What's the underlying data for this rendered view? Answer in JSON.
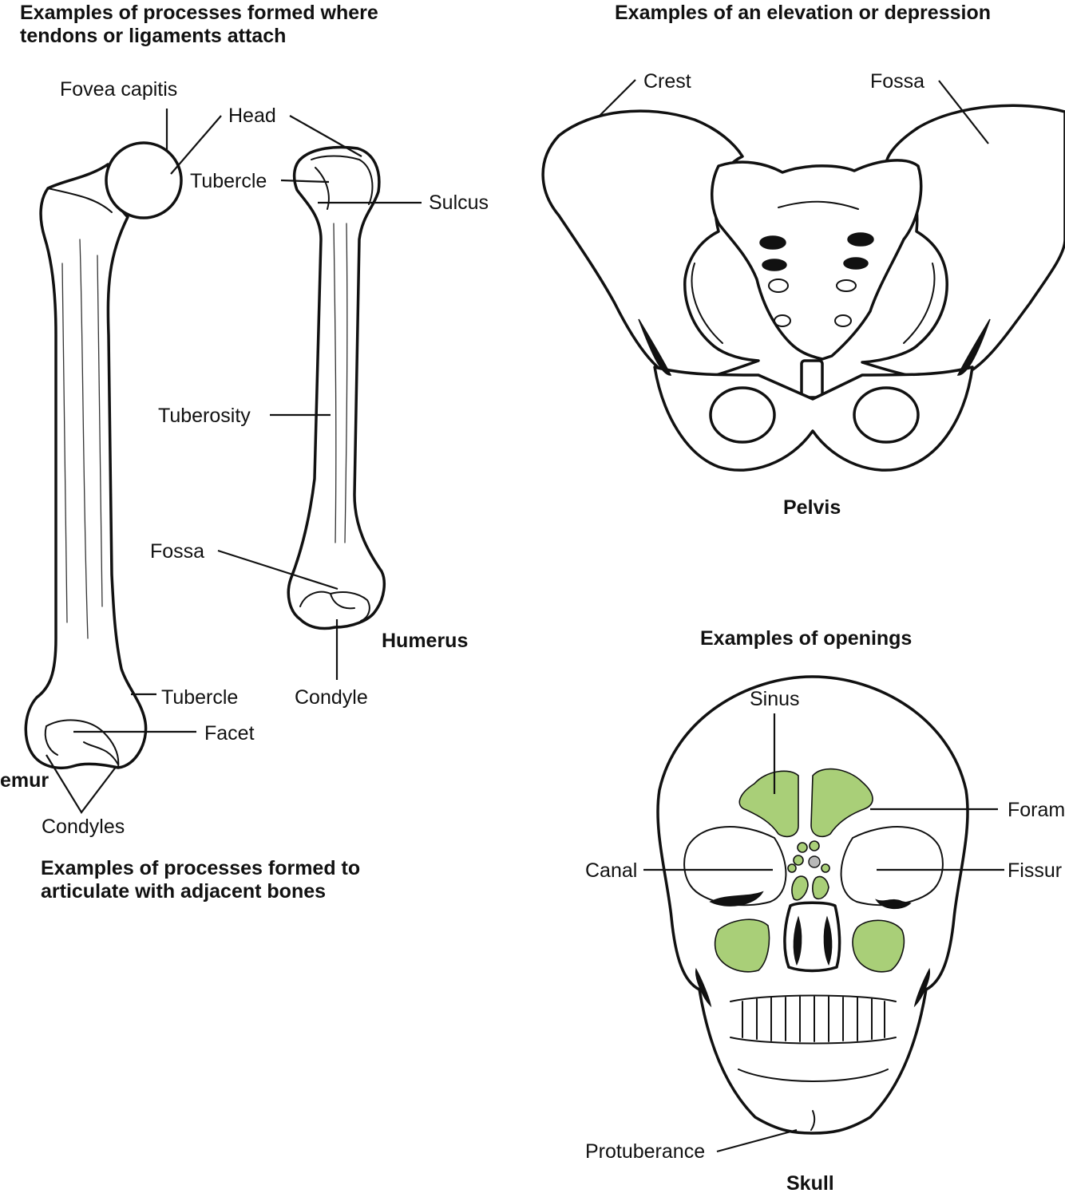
{
  "titles": {
    "tendons": [
      "Examples of processes formed where",
      "tendons or ligaments attach"
    ],
    "elevation": "Examples of an elevation or depression",
    "openings": "Examples of openings",
    "articulate": [
      "Examples of processes formed to",
      "articulate with adjacent bones"
    ]
  },
  "bones": {
    "femur": "emur",
    "humerus": "Humerus",
    "pelvis": "Pelvis",
    "skull": "Skull"
  },
  "labels": {
    "fovea_capitis": "Fovea capitis",
    "head": "Head",
    "tubercle_upper": "Tubercle",
    "sulcus": "Sulcus",
    "tuberosity": "Tuberosity",
    "fossa_humerus": "Fossa",
    "condyle": "Condyle",
    "tubercle_lower": "Tubercle",
    "facet": "Facet",
    "condyles": "Condyles",
    "crest": "Crest",
    "fossa_pelvis": "Fossa",
    "sinus": "Sinus",
    "foramen": "Foram",
    "canal": "Canal",
    "fissure": "Fissur",
    "protuberance": "Protuberance"
  },
  "colors": {
    "sinus_fill": "#a9cf78",
    "line": "#111111"
  }
}
